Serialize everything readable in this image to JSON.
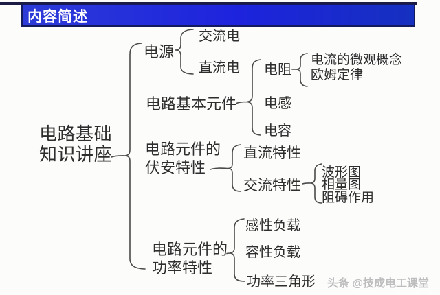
{
  "header": {
    "title": "内容简述",
    "bar_color_left": "#2d3bd8",
    "bar_color_right": "#1630c0",
    "top_line_color": "#1b1b44",
    "border_color": "#141a5e"
  },
  "diagram": {
    "line_color": "#4a4a4a",
    "text_color": "#2e2e2e",
    "root": {
      "label": "电路基础\n知识讲座"
    },
    "branches": [
      {
        "label": "电源",
        "children": [
          {
            "label": "交流电"
          },
          {
            "label": "直流电"
          }
        ]
      },
      {
        "label": "电路基本元件",
        "children": [
          {
            "label": "电阻",
            "children": [
              {
                "label": "电流的微观概念"
              },
              {
                "label": "欧姆定律"
              }
            ]
          },
          {
            "label": "电感"
          },
          {
            "label": "电容"
          }
        ]
      },
      {
        "label": "电路元件的\n伏安特性",
        "children": [
          {
            "label": "直流特性"
          },
          {
            "label": "交流特性",
            "children": [
              {
                "label": "波形图"
              },
              {
                "label": "相量图"
              },
              {
                "label": "阻碍作用"
              }
            ]
          }
        ]
      },
      {
        "label": "电路元件的\n功率特性",
        "children": [
          {
            "label": "感性负载"
          },
          {
            "label": "容性负载"
          },
          {
            "label": "功率三角形"
          }
        ]
      }
    ]
  },
  "watermark": {
    "text": "头条 @技成电工课堂",
    "color": "#bdbdbd"
  }
}
